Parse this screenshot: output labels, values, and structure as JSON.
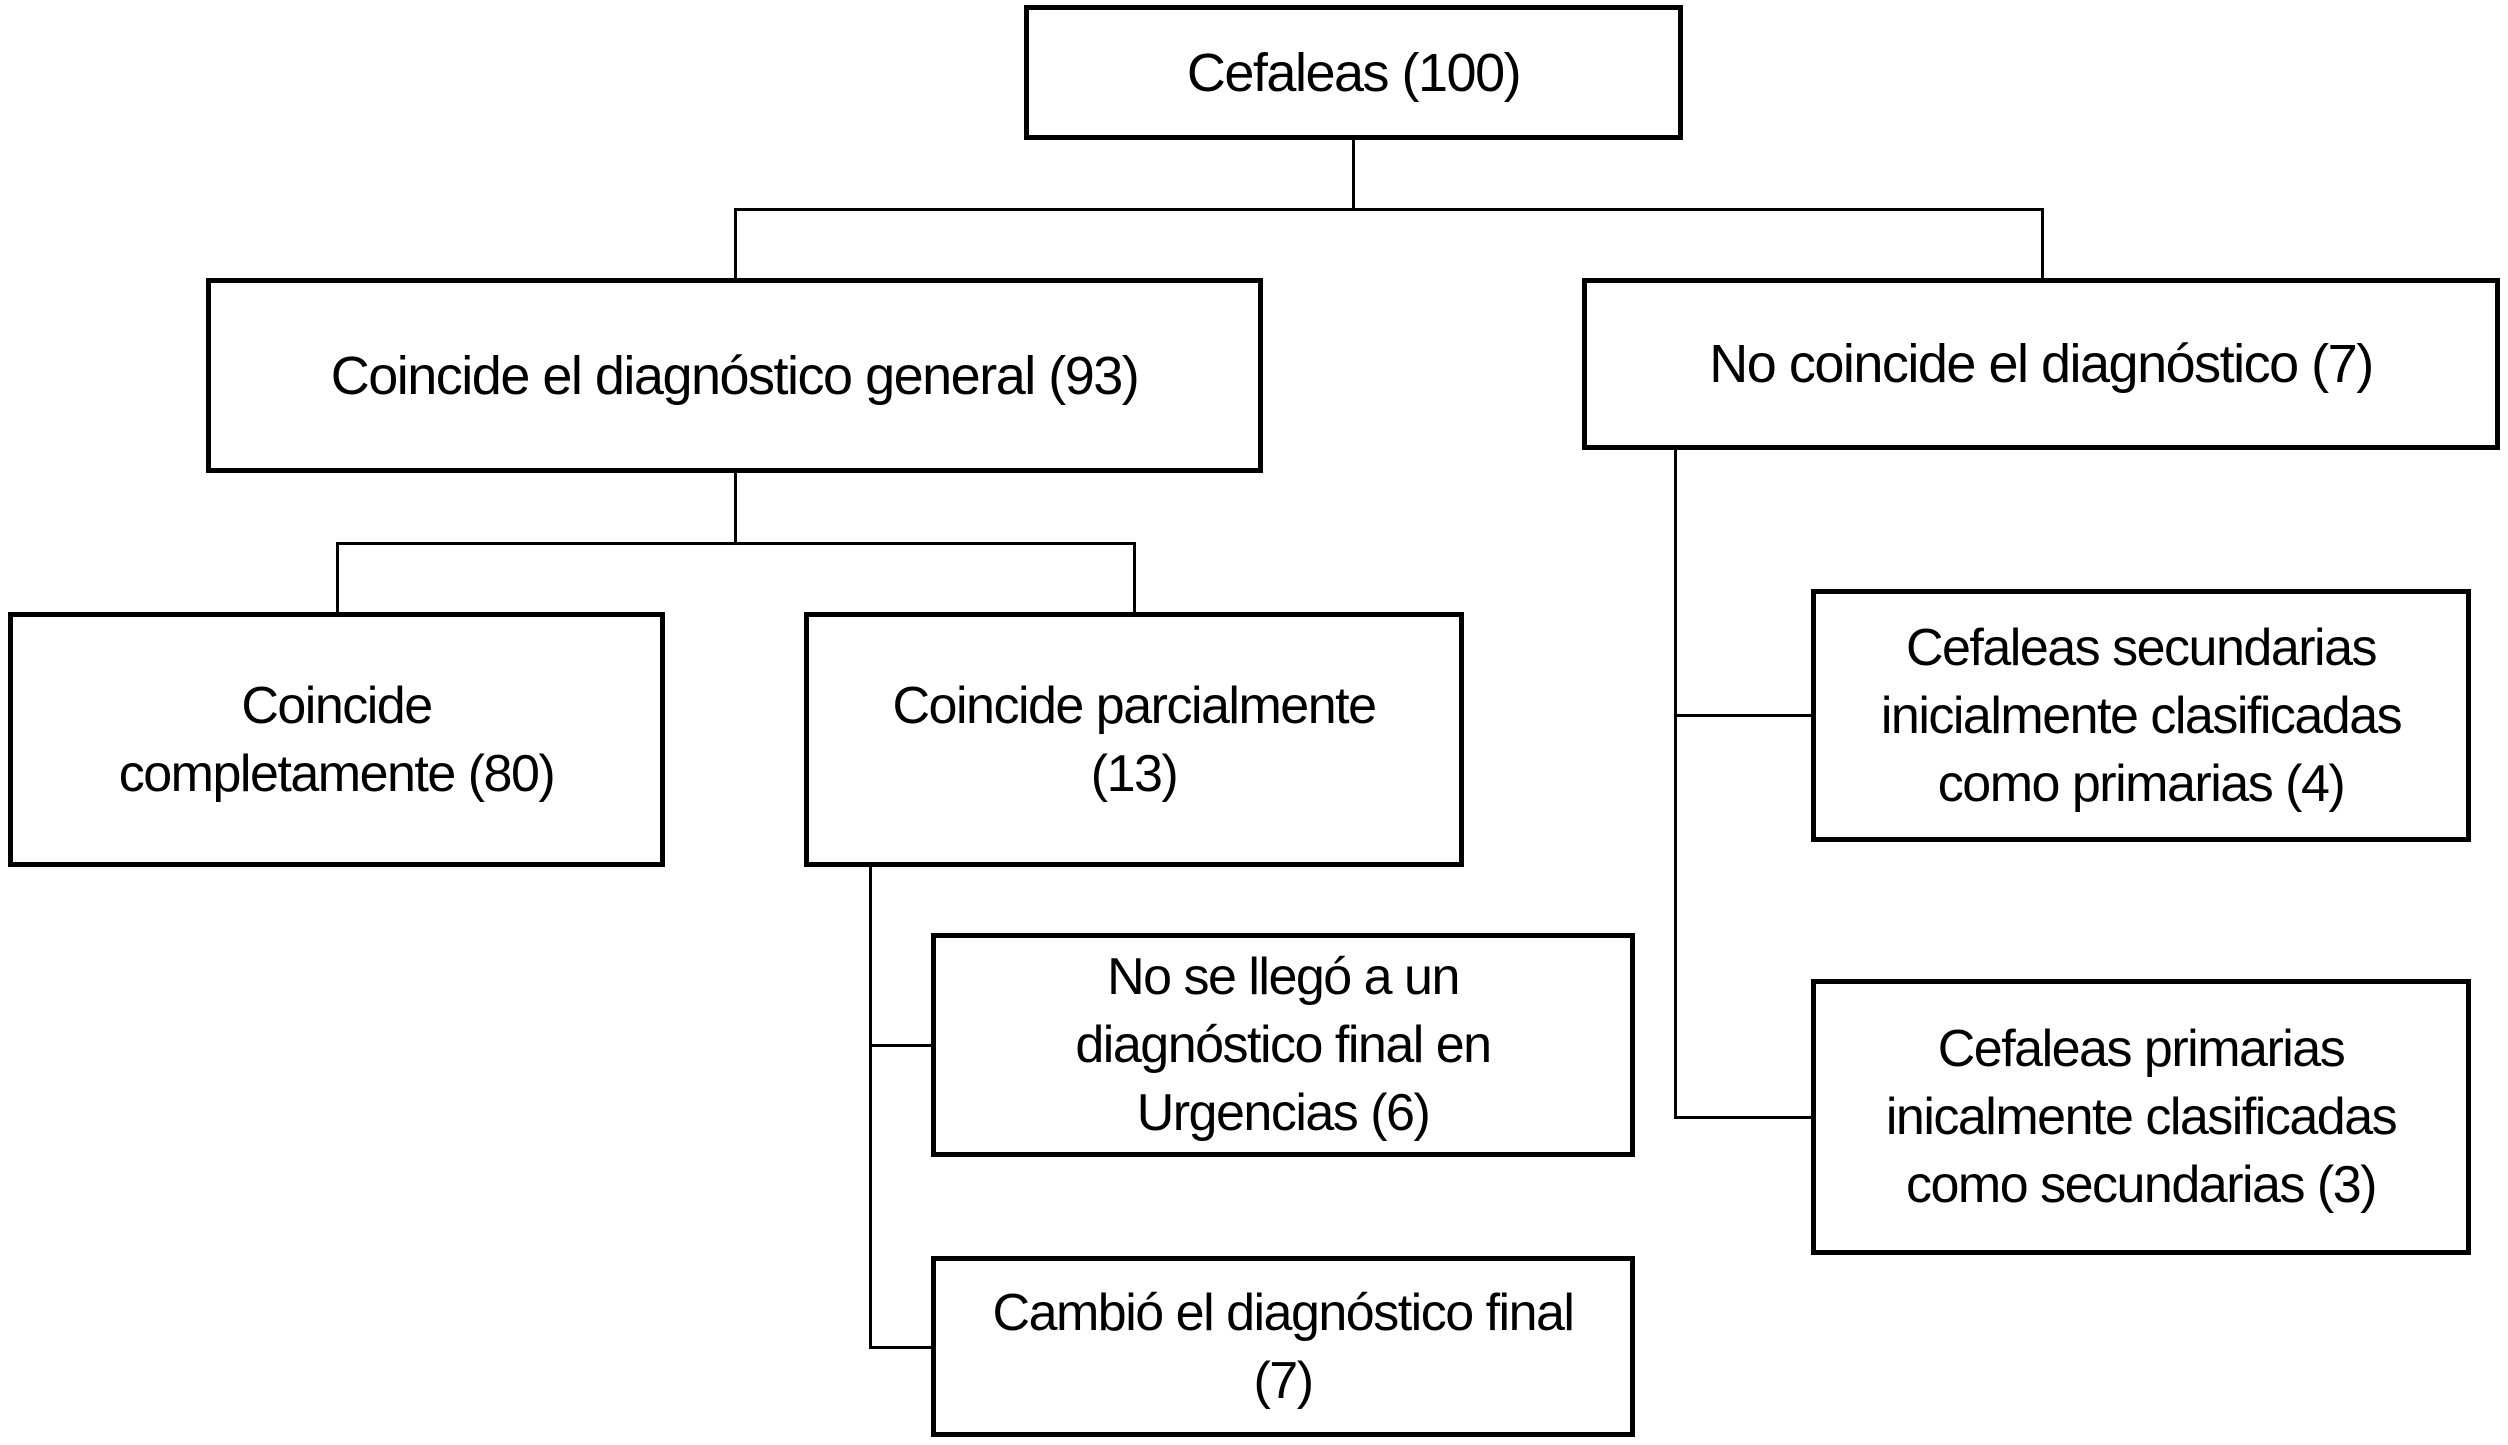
{
  "diagram": {
    "type": "tree",
    "root": {
      "label": "Cefaleas (100)",
      "count": 100
    },
    "nodes": {
      "coincide_general": {
        "label": "Coincide el diagnóstico general (93)",
        "count": 93,
        "parent": "root"
      },
      "no_coincide": {
        "label": "No coincide el diagnóstico (7)",
        "count": 7,
        "parent": "root"
      },
      "coincide_completamente": {
        "label": "Coincide\ncompletamente (80)",
        "count": 80,
        "parent": "coincide_general"
      },
      "coincide_parcialmente": {
        "label": "Coincide parcialmente\n(13)",
        "count": 13,
        "parent": "coincide_general"
      },
      "no_diagnostico_final": {
        "label": "No se llegó a un\ndiagnóstico final en\nUrgencias (6)",
        "count": 6,
        "parent": "coincide_parcialmente"
      },
      "cambio_diagnostico": {
        "label": "Cambió el diagnóstico final\n(7)",
        "count": 7,
        "parent": "coincide_parcialmente"
      },
      "secundarias_como_primarias": {
        "label": "Cefaleas secundarias\ninicialmente clasificadas\ncomo primarias (4)",
        "count": 4,
        "parent": "no_coincide"
      },
      "primarias_como_secundarias": {
        "label": "Cefaleas primarias\ninicalmente clasificadas\ncomo secundarias (3)",
        "count": 3,
        "parent": "no_coincide"
      }
    },
    "colors": {
      "stroke": "#000000",
      "fill": "#ffffff",
      "text": "#000000"
    }
  }
}
